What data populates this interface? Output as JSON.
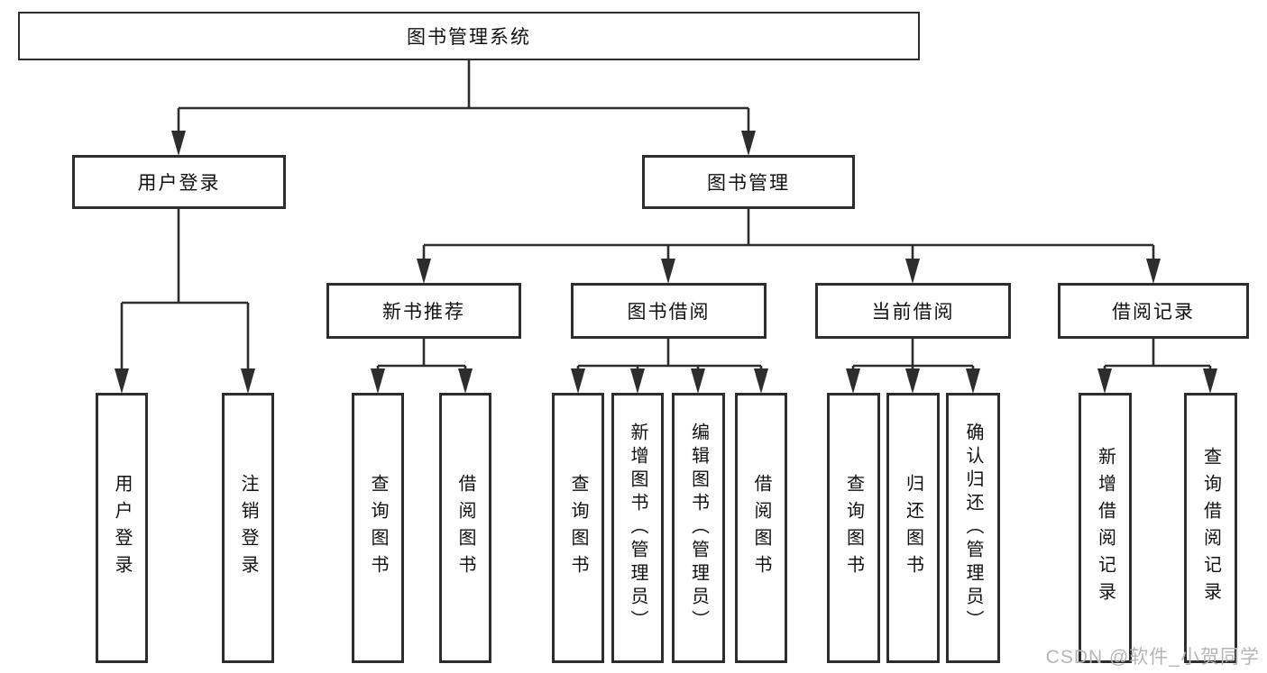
{
  "colors": {
    "line": "#2d2d2d",
    "box_border": "#2d2d2d",
    "text": "#111111",
    "watermark_text": "#b5b5b5",
    "background": "#ffffff"
  },
  "watermark": {
    "text": "CSDN @软件_小贺同学"
  },
  "tree": {
    "label": "图书管理系统",
    "children": [
      {
        "label": "用户登录",
        "children": [
          {
            "label": "用户登录"
          },
          {
            "label": "注销登录"
          }
        ]
      },
      {
        "label": "图书管理",
        "children": [
          {
            "label": "新书推荐",
            "children": [
              {
                "label": "查询图书"
              },
              {
                "label": "借阅图书"
              }
            ]
          },
          {
            "label": "图书借阅",
            "children": [
              {
                "label": "查询图书"
              },
              {
                "label": "新增图书（管理员）"
              },
              {
                "label": "编辑图书（管理员）"
              },
              {
                "label": "借阅图书"
              }
            ]
          },
          {
            "label": "当前借阅",
            "children": [
              {
                "label": "查询图书"
              },
              {
                "label": "归还图书"
              },
              {
                "label": "确认归还（管理员）"
              }
            ]
          },
          {
            "label": "借阅记录",
            "children": [
              {
                "label": "新增借阅记录"
              },
              {
                "label": "查询借阅记录"
              }
            ]
          }
        ]
      }
    ]
  }
}
